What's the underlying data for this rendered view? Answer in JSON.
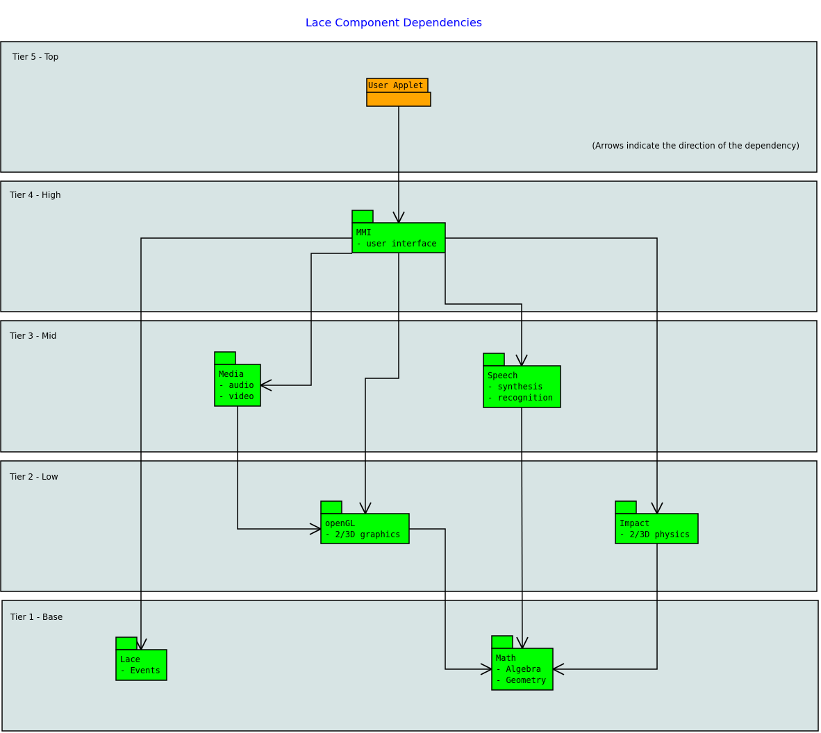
{
  "title": "Lace Component Dependencies",
  "note": "(Arrows indicate the direction of the dependency)",
  "colors": {
    "tier_fill": "#d7e4e4",
    "package": "#00ff00",
    "applet": "#ffa500",
    "title": "#0000ff"
  },
  "tiers": [
    "Tier 5 - Top",
    "Tier 4 - High",
    "Tier 3 - Mid",
    "Tier 2 - Low",
    "Tier 1 - Base"
  ],
  "packages": {
    "applet": {
      "name": "User Applet"
    },
    "mmi": {
      "lines": [
        "MMI",
        "- user interface"
      ]
    },
    "media": {
      "lines": [
        "Media",
        "- audio",
        "- video"
      ]
    },
    "speech": {
      "lines": [
        "Speech",
        "- synthesis",
        "- recognition"
      ]
    },
    "opengl": {
      "lines": [
        "openGL",
        "- 2/3D graphics"
      ]
    },
    "impact": {
      "lines": [
        "Impact",
        "- 2/3D physics"
      ]
    },
    "lace": {
      "lines": [
        "Lace",
        "- Events"
      ]
    },
    "math": {
      "lines": [
        "Math",
        "- Algebra",
        "- Geometry"
      ]
    }
  },
  "dependencies": [
    {
      "from": "User Applet",
      "to": "MMI"
    },
    {
      "from": "MMI",
      "to": "Lace"
    },
    {
      "from": "MMI",
      "to": "Media"
    },
    {
      "from": "MMI",
      "to": "openGL"
    },
    {
      "from": "MMI",
      "to": "Speech"
    },
    {
      "from": "MMI",
      "to": "Impact"
    },
    {
      "from": "Media",
      "to": "openGL"
    },
    {
      "from": "Speech",
      "to": "Math"
    },
    {
      "from": "openGL",
      "to": "Math"
    },
    {
      "from": "Impact",
      "to": "Math"
    }
  ]
}
